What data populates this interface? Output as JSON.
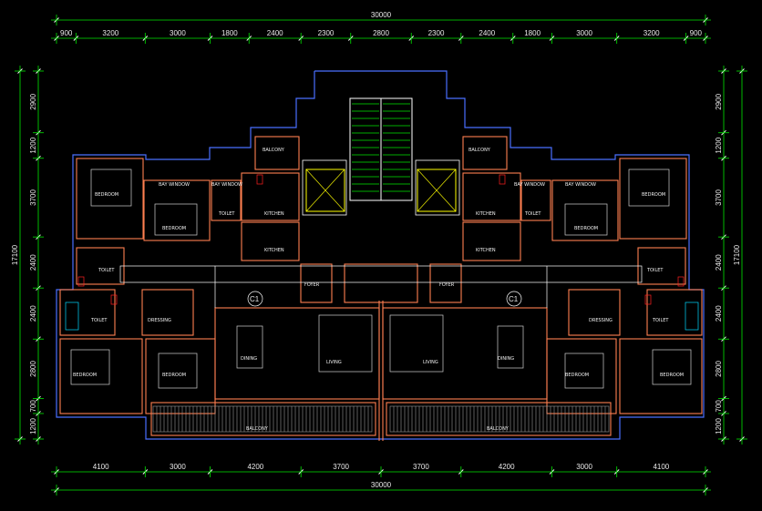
{
  "dimensions": {
    "overall_top": "30000",
    "overall_bottom": "30000",
    "overall_left": "17100",
    "overall_right": "17100",
    "top_segments": [
      "900",
      "3200",
      "3000",
      "1800",
      "2400",
      "2300",
      "2800",
      "2300",
      "2400",
      "1800",
      "3000",
      "3200",
      "900"
    ],
    "bottom_segments": [
      "4100",
      "3000",
      "4200",
      "3700",
      "3700",
      "4200",
      "3000",
      "4100"
    ],
    "left_segments": [
      "2900",
      "1200",
      "3700",
      "2400",
      "2400",
      "2800",
      "700",
      "1200"
    ],
    "right_segments": [
      "2900",
      "1200",
      "3700",
      "2400",
      "2400",
      "2800",
      "700",
      "1200"
    ]
  },
  "rooms": {
    "bedroom": "BEDROOM",
    "bay_window": "BAY WINDOW",
    "toilet": "TOILET",
    "kitchen": "KITCHEN",
    "balcony": "BALCONY",
    "foyer": "FOYER",
    "dressing": "DRESSING",
    "dining": "DINING",
    "living": "LIVING",
    "marker": "C1"
  },
  "colors": {
    "background": "#000000",
    "dim_line": "#00e600",
    "wall": "#ff7f50",
    "outline": "#4a6fff",
    "text": "#f2f2f2",
    "cyan": "#00d8ff",
    "yellow": "#ffff00",
    "red": "#ff2020",
    "column": "#9a9a9a"
  }
}
